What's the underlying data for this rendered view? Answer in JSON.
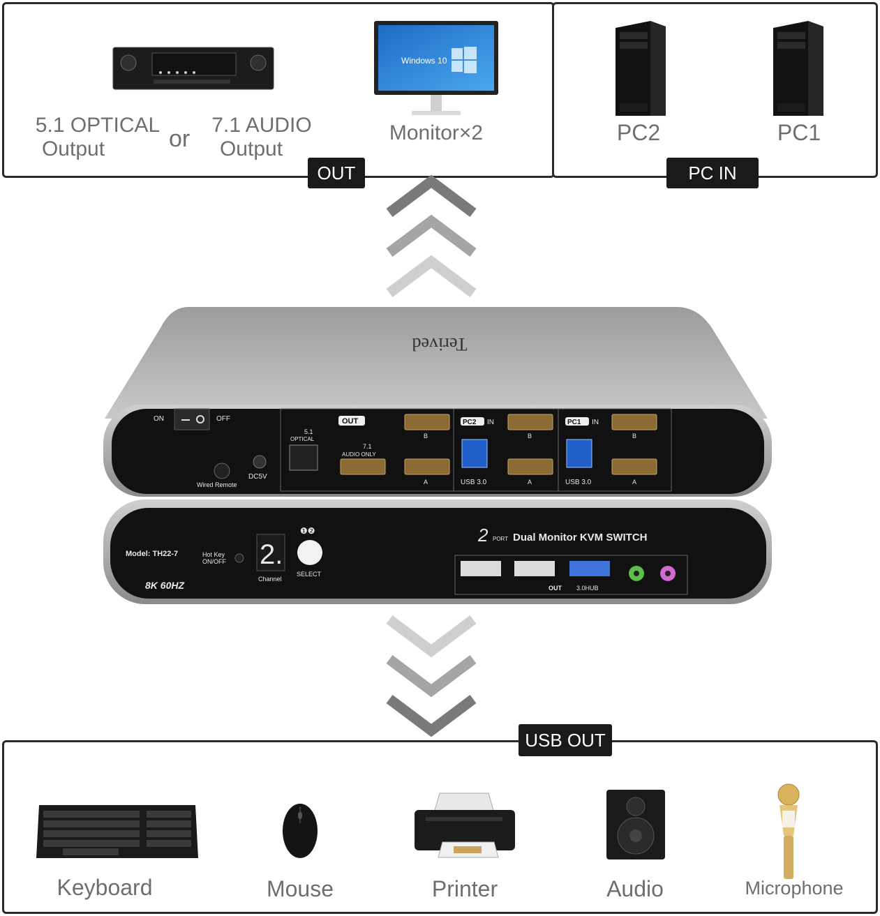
{
  "out_panel": {
    "tag": "OUT",
    "audio_left_line1": "5.1 OPTICAL",
    "audio_left_line2": "Output",
    "or_word": "or",
    "audio_right_line1": "7.1 AUDIO",
    "audio_right_line2": "Output",
    "monitor_screen_text": "Windows 10",
    "monitor_label": "Monitor×2"
  },
  "pc_panel": {
    "tag": "PC IN",
    "pc2_label": "PC2",
    "pc1_label": "PC1"
  },
  "device": {
    "brand": "Terived",
    "switch_on": "ON",
    "switch_off": "OFF",
    "wired_remote": "Wired Remote",
    "dc": "DC5V",
    "optical_label": "5.1",
    "optical_sub": "OPTICAL",
    "out_badge": "OUT",
    "audio71": "7.1",
    "audio_only": "AUDIO ONLY",
    "pc2_badge": "PC2",
    "pc1_badge": "PC1",
    "in_word": "IN",
    "usb30": "USB 3.0",
    "port_a": "A",
    "port_b": "B",
    "model": "Model: TH22-7",
    "hotkey_line1": "Hot Key",
    "hotkey_line2": "ON/OFF",
    "resolution": "8K 60HZ",
    "channel_digit": "2.",
    "channel_label": "Channel",
    "select_label": "SELECT",
    "select_nums": "❶❷",
    "title_num": "2",
    "title_port": "PORT",
    "title_main": "Dual Monitor KVM SWITCH",
    "hub_out": "OUT",
    "hub_30": "3.0HUB"
  },
  "usb_panel": {
    "tag": "USB OUT",
    "items": [
      "Keyboard",
      "Mouse",
      "Printer",
      "Audio",
      "Microphone"
    ]
  }
}
